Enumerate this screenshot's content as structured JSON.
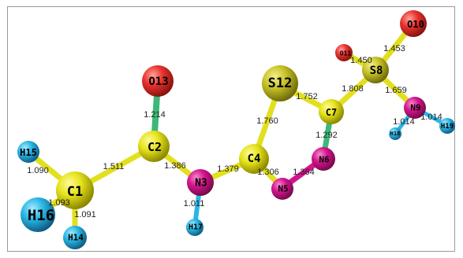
{
  "colors": {
    "carbon": "#e6e21c",
    "sulfur": "#c8c22a",
    "nitrogen": "#d4148c",
    "oxygen": "#e8322e",
    "hydrogen": "#2ab6e4",
    "bond_co": "#3cb878",
    "bond_default": "#e2e01e"
  },
  "atoms": {
    "C1": "C1",
    "C2": "C2",
    "N3": "N3",
    "C4": "C4",
    "N5": "N5",
    "N6": "N6",
    "C7": "C7",
    "S8": "S8",
    "N9": "N9",
    "O10": "O10",
    "O11": "O11",
    "S12": "S12",
    "O13": "O13",
    "H14": "H14",
    "H15": "H15",
    "H16": "H16",
    "H17": "H17",
    "H18": "H18",
    "H19": "H19"
  },
  "bond_lengths": {
    "C1_H15": "1.090",
    "C1_H16": "1.093",
    "C1_H14": "1.091",
    "C1_C2": "1.511",
    "C2_O13": "1.214",
    "C2_N3": "1.386",
    "N3_H17": "1.011",
    "N3_C4": "1.379",
    "C4_S12": "1.760",
    "C4_N5": "1.306",
    "N5_N6": "1.364",
    "N6_C7": "1.292",
    "S12_C7": "1.752",
    "C7_S8": "1.808",
    "S8_O11": "1.450",
    "S8_O10": "1.453",
    "S8_N9": "1.659",
    "N9_H18": "1.014",
    "N9_H19": "1.014"
  }
}
